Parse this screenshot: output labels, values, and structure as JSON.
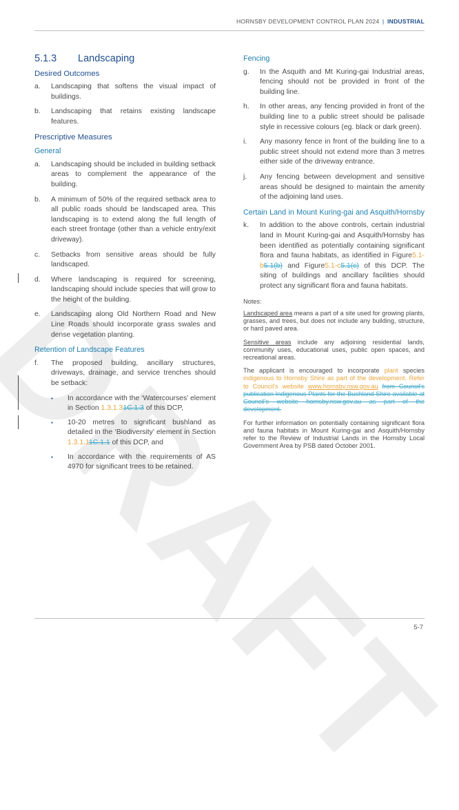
{
  "header": {
    "doc_title": "HORNSBY DEVELOPMENT CONTROL PLAN 2024",
    "separator": "|",
    "section": "INDUSTRIAL"
  },
  "page_number": "5-7",
  "watermark": "DRAFT",
  "left": {
    "section_number": "5.1.3",
    "section_title": "Landscaping",
    "desired_outcomes": {
      "heading": "Desired Outcomes",
      "items": [
        {
          "letter": "a.",
          "text": "Landscaping that softens the visual impact of buildings."
        },
        {
          "letter": "b.",
          "text": "Landscaping that retains existing landscape features."
        }
      ]
    },
    "prescriptive_heading": "Prescriptive Measures",
    "general": {
      "heading": "General",
      "items": [
        {
          "letter": "a.",
          "text": "Landscaping should be included in building setback areas to complement the appearance of the building."
        },
        {
          "letter": "b.",
          "text": "A minimum of 50% of the required setback area to all public roads should be landscaped area. This landscaping is to extend along the full length of each street frontage (other than a vehicle entry/exit driveway)."
        },
        {
          "letter": "c.",
          "text": "Setbacks from sensitive areas should be fully landscaped."
        },
        {
          "letter": "d.",
          "text": "Where landscaping is required for screening, landscaping should include species that will grow to the height of the building."
        },
        {
          "letter": "e.",
          "text": "Landscaping along Old Northern Road and New Line Roads should incorporate grass swales and dense vegetation planting."
        }
      ]
    },
    "retention": {
      "heading": "Retention of Landscape Features",
      "f_letter": "f.",
      "f_text": "The proposed building, ancillary structures, driveways, drainage, and service trenches should be setback:",
      "bullet_symbol": "▪",
      "b1_pre": "In accordance with the ‘Watercourses’ element in Section ",
      "b1_ins": "1.3.1.3",
      "b1_del": "1C.1.3",
      "b1_post": " of this DCP,",
      "b2_pre": "10-20 metres to significant bushland as detailed in the ‘Biodiversity’ element in Section ",
      "b2_ins": "1.3.1.1",
      "b2_del": "1C.1.1",
      "b2_post": " of this DCP, and",
      "b3_text": "In accordance with the requirements of AS 4970 for significant trees to be retained."
    }
  },
  "right": {
    "fencing": {
      "heading": "Fencing",
      "items": [
        {
          "letter": "g.",
          "text": "In the Asquith and Mt Kuring-gai Industrial areas, fencing should not be provided in front of the building line."
        },
        {
          "letter": "h.",
          "text": "In other areas, any fencing provided in front of the building line to a public street should be palisade style in recessive colours (eg. black or dark green)."
        },
        {
          "letter": "i.",
          "text": "Any masonry fence in front of the building line to a public street should not extend more than 3 metres either side of the driveway entrance."
        },
        {
          "letter": "j.",
          "text": "Any fencing between development and sensitive areas should be designed to maintain the amenity of the adjoining land uses."
        }
      ]
    },
    "certain_land": {
      "heading": "Certain Land in Mount Kuring-gai and Asquith/Hornsby",
      "k_letter": "k.",
      "k_pre": "In addition to the above controls, certain industrial land in Mount Kuring-gai and Asquith/Hornsby has been identified as potentially containing significant flora and fauna habitats, as identified in Figure",
      "k_ins1": "5.1-b",
      "k_del1": "5.1(b)",
      "k_mid": " and Figure",
      "k_ins2": "5.1-c",
      "k_del2": "5.1(c)",
      "k_post": " of this DCP. The siting of buildings and ancillary facilities should protect any significant flora and fauna habitats."
    },
    "notes_label": "Notes:",
    "note1_term": "Landscaped area",
    "note1_text": " means a part of a site used for growing plants, grasses, and trees, but does not include any building, structure, or hard paved area.",
    "note2_term": "Sensitive areas",
    "note2_text": " include any adjoining residential lands, community uses, educational uses, public open spaces, and recreational areas.",
    "note3_pre": "The applicant is encouraged to incorporate ",
    "note3_ins1": "plant",
    "note3_mid": " species ",
    "note3_ins2": "indigenous to Hornsby Shire as part of the development. Refer to Council’s website ",
    "note3_url": "www.hornsby.nsw.gov.au",
    "note3_space": " ",
    "note3_del": "from Council’s publication Indigenous Plants for the Bushland Shire available at Council’s website hornsby.nsw.gov.au as part of the development.",
    "note4": "For further information on potentially containing significant flora and fauna habitats in Mount Kuring-gai and Asquith/Hornsby refer to the Review of Industrial Lands in the Hornsby Local Government Area by PSB dated October 2001."
  }
}
